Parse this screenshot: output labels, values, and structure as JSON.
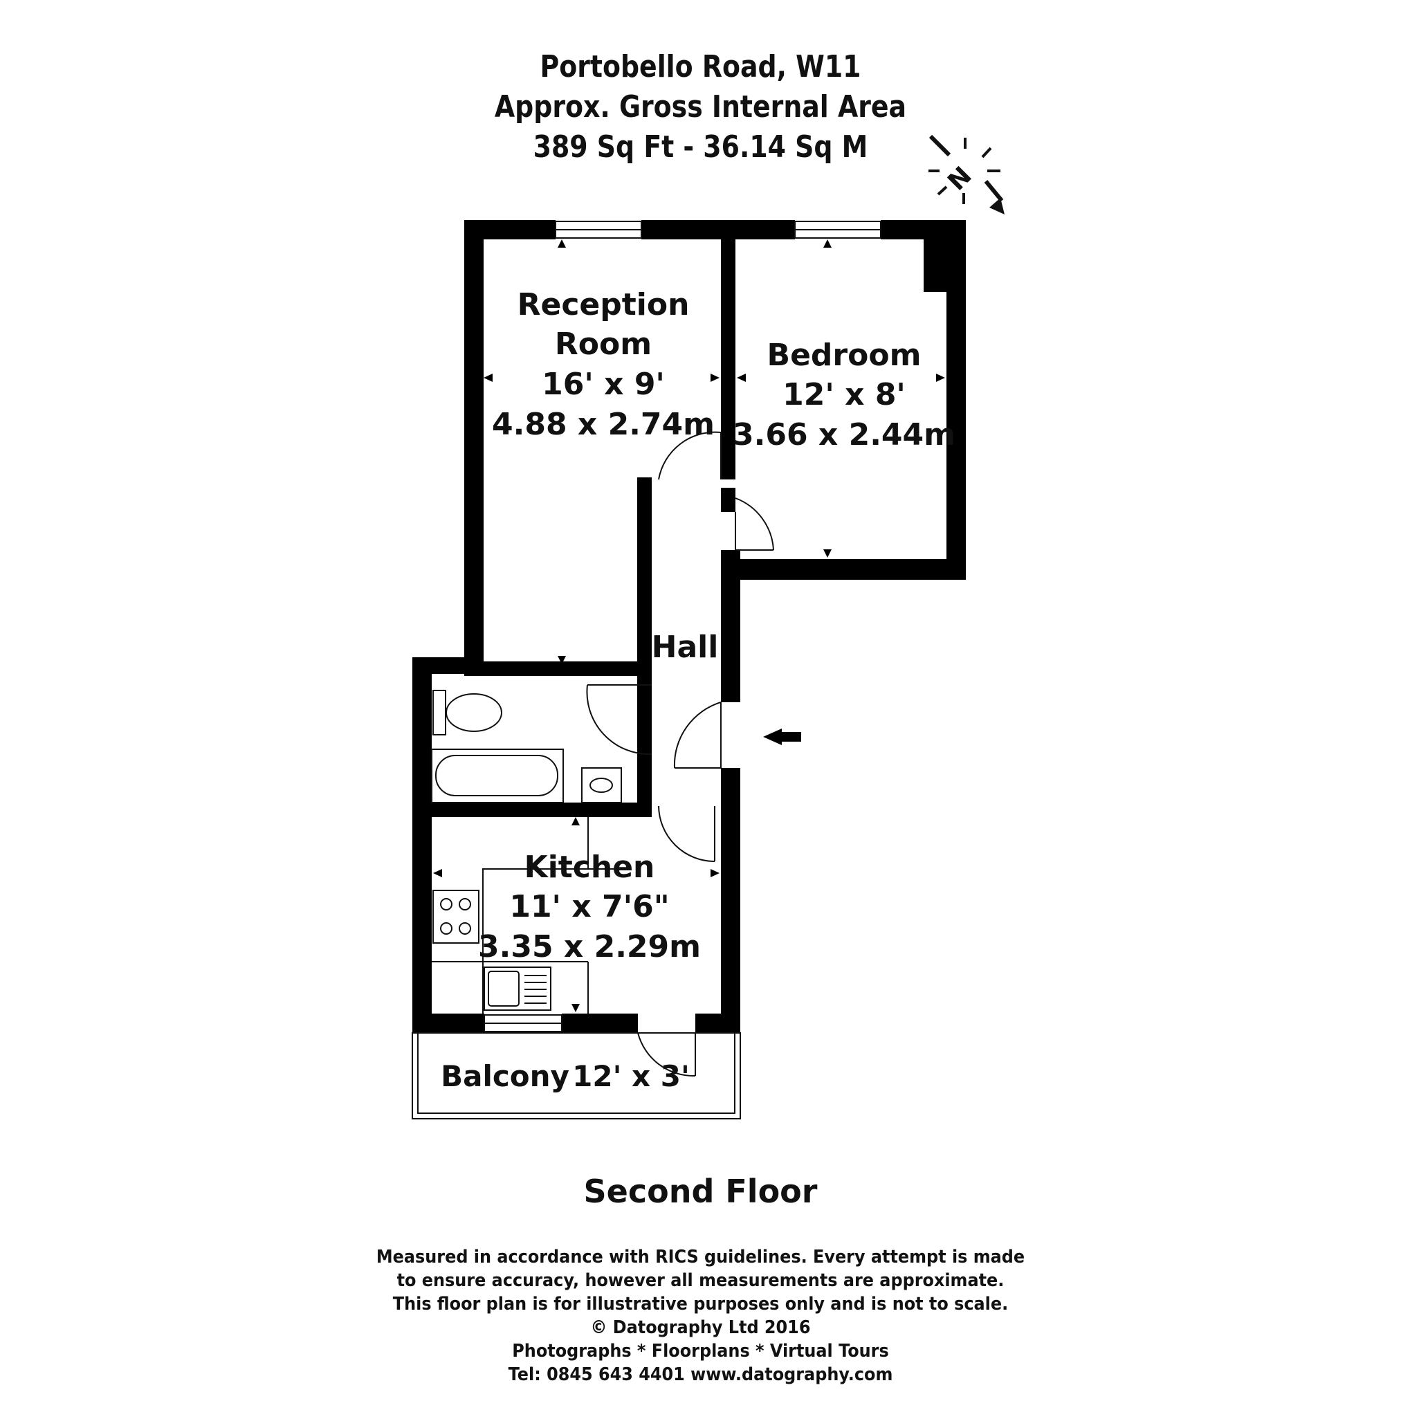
{
  "header": {
    "address": "Portobello Road, W11",
    "area_label": "Approx. Gross Internal Area",
    "area_value": "389 Sq Ft  -  36.14 Sq M"
  },
  "compass": {
    "letter": "N"
  },
  "rooms": {
    "reception": {
      "name_line1": "Reception",
      "name_line2": "Room",
      "imperial": "16' x 9'",
      "metric": "4.88 x 2.74m"
    },
    "bedroom": {
      "name": "Bedroom",
      "imperial": "12' x 8'",
      "metric": "3.66 x 2.44m"
    },
    "hall": {
      "name": "Hall"
    },
    "kitchen": {
      "name": "Kitchen",
      "imperial": "11' x 7'6\"",
      "metric": "3.35 x 2.29m"
    },
    "balcony": {
      "name": "Balcony",
      "imperial": "12' x 3'"
    }
  },
  "floor_label": "Second Floor",
  "footer": {
    "line1": "Measured in accordance with RICS guidelines. Every attempt is made",
    "line2": "to ensure accuracy, however all measurements are approximate.",
    "line3": "This floor plan is for illustrative purposes only and is not to scale.",
    "line4": "© Datography Ltd 2016",
    "line5": "Photographs * Floorplans * Virtual Tours",
    "line6": "Tel: 0845 643 4401 www.datography.com"
  }
}
